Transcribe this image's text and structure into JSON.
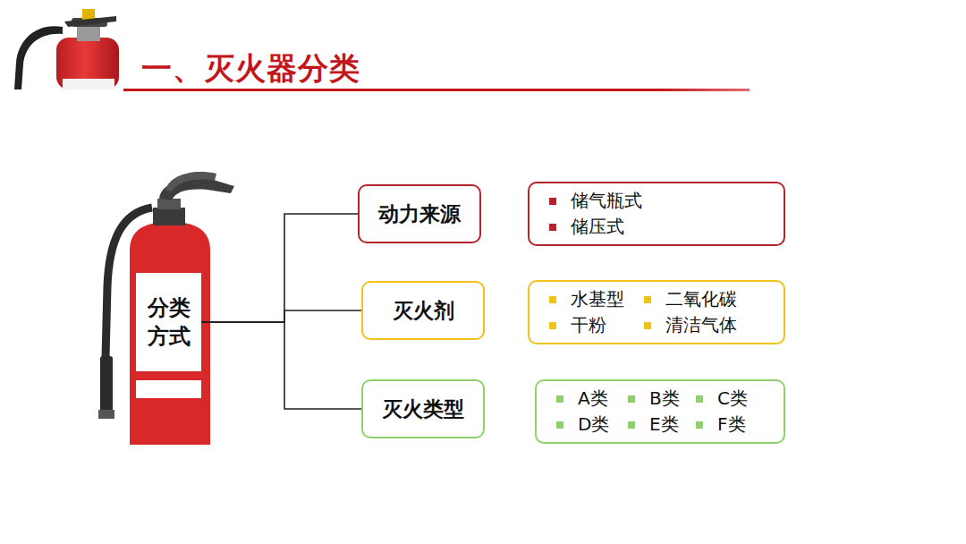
{
  "diagram": {
    "title": "一、灭火器分类",
    "nodes": [
      {
        "text": [
          "分类方式"
        ]
      },
      {
        "text": [
          "动力来源"
        ]
      },
      {
        "text": [
          "储气瓶式",
          "储压式"
        ]
      },
      {
        "text": [
          "灭火剂"
        ]
      },
      {
        "text": [
          "水基型",
          "二氧化碳",
          "干粉",
          "清洁气体"
        ]
      },
      {
        "text": [
          "灭火类型"
        ]
      },
      {
        "text": [
          "A类",
          "B类",
          "C类",
          "D类",
          "E类",
          "F类"
        ]
      }
    ],
    "edges": [
      {
        "from": 0,
        "to": 1,
        "arrow": "none"
      },
      {
        "from": 0,
        "to": 3,
        "arrow": "none"
      },
      {
        "from": 0,
        "to": 5,
        "arrow": "none"
      }
    ]
  }
}
